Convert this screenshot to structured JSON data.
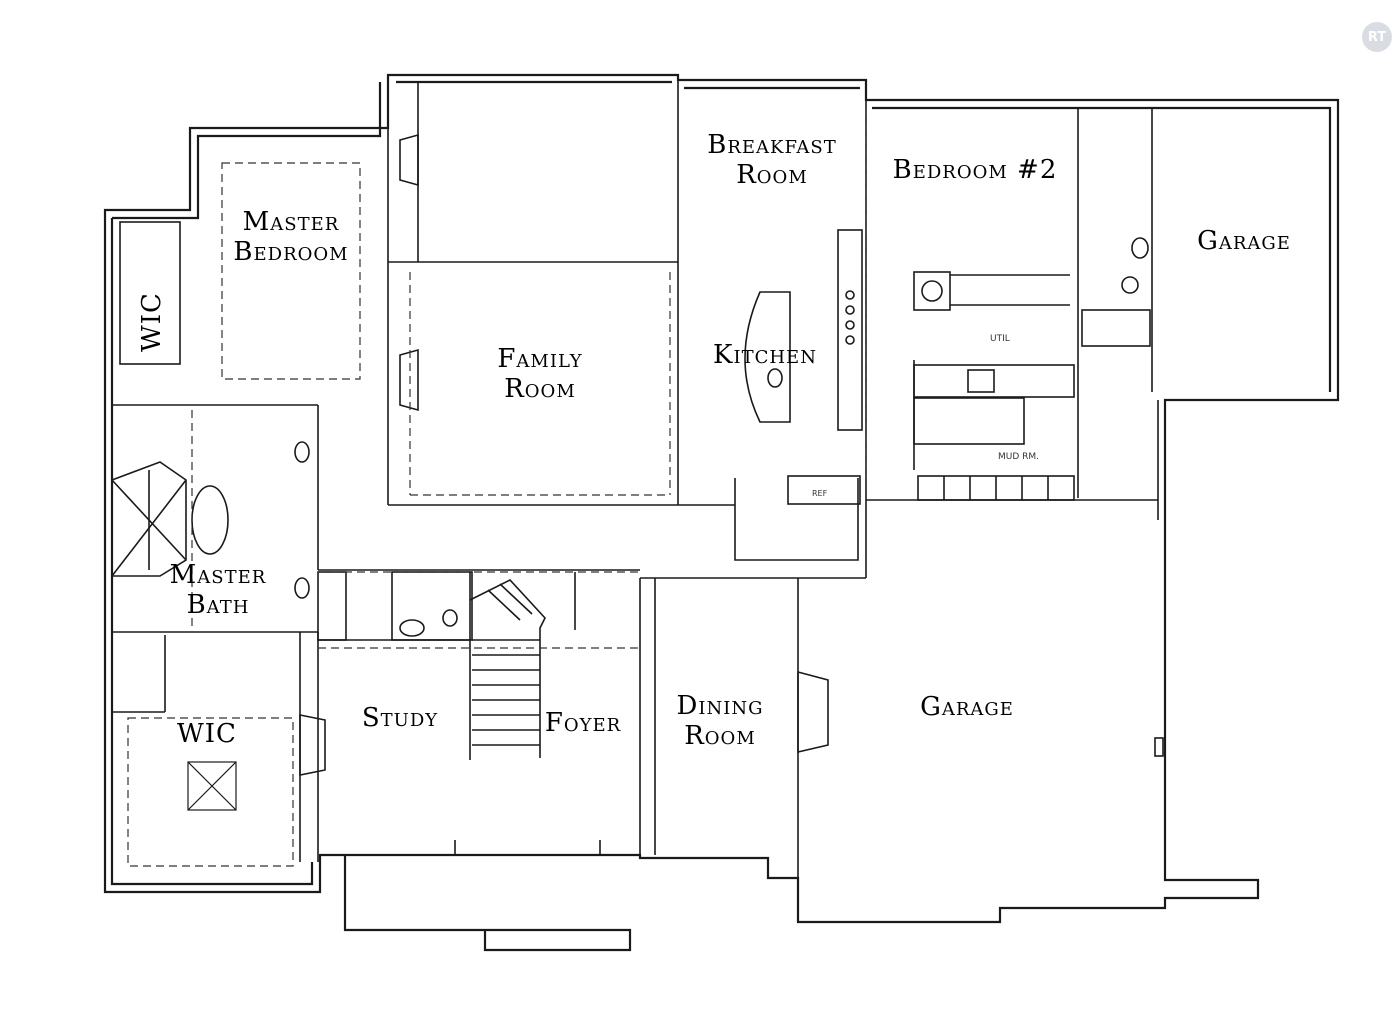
{
  "rooms": {
    "master_bedroom": [
      "Master",
      "Bedroom"
    ],
    "wic_upper": "WIC",
    "family_room": [
      "Family",
      "Room"
    ],
    "breakfast_room": [
      "Breakfast",
      "Room"
    ],
    "kitchen": "Kitchen",
    "bedroom_2": "Bedroom #2",
    "garage_right": "Garage",
    "master_bath": [
      "Master",
      "Bath"
    ],
    "wic_lower": "WIC",
    "study": "Study",
    "foyer": "Foyer",
    "dining_room": [
      "Dining",
      "Room"
    ],
    "garage_main": "Garage"
  },
  "annotations": {
    "util": "UTIL",
    "mud_rm": "MUD RM.",
    "ref": "REF"
  },
  "colors": {
    "wall": "#1a1a1a",
    "dash": "#333333",
    "paper": "#ffffff"
  },
  "logo": "RT"
}
